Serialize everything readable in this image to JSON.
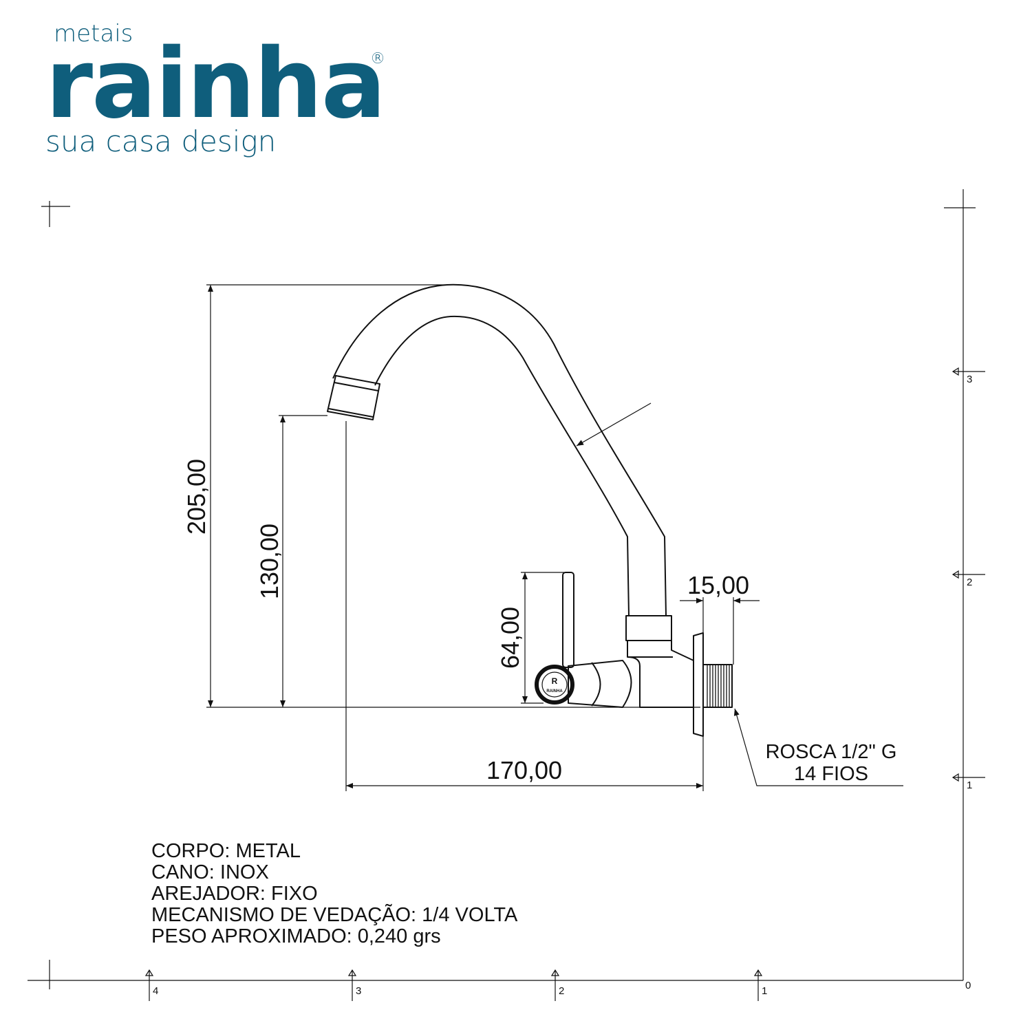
{
  "brand": {
    "top_text": "metais",
    "name": "rainha",
    "registered": "®",
    "tagline": "sua casa design",
    "color": "#0f5e7c"
  },
  "dimensions": {
    "total_height": "205,00",
    "spout_height": "130,00",
    "handle_height": "64,00",
    "thread_length": "15,00",
    "reach": "170,00"
  },
  "thread_callout": {
    "line1": "ROSCA 1/2\" G",
    "line2": "14 FIOS"
  },
  "handle_emblem": {
    "letter": "R",
    "word": "RAINHA"
  },
  "specs": [
    "CORPO: METAL",
    "CANO: INOX",
    "AREJADOR: FIXO",
    "MECANISMO DE VEDAÇÃO: 1/4 VOLTA",
    "PESO APROXIMADO: 0,240 grs"
  ],
  "frame_markers": {
    "bottom": [
      "4",
      "3",
      "2",
      "1"
    ],
    "right": [
      "3",
      "2",
      "1"
    ],
    "origin": "0"
  }
}
